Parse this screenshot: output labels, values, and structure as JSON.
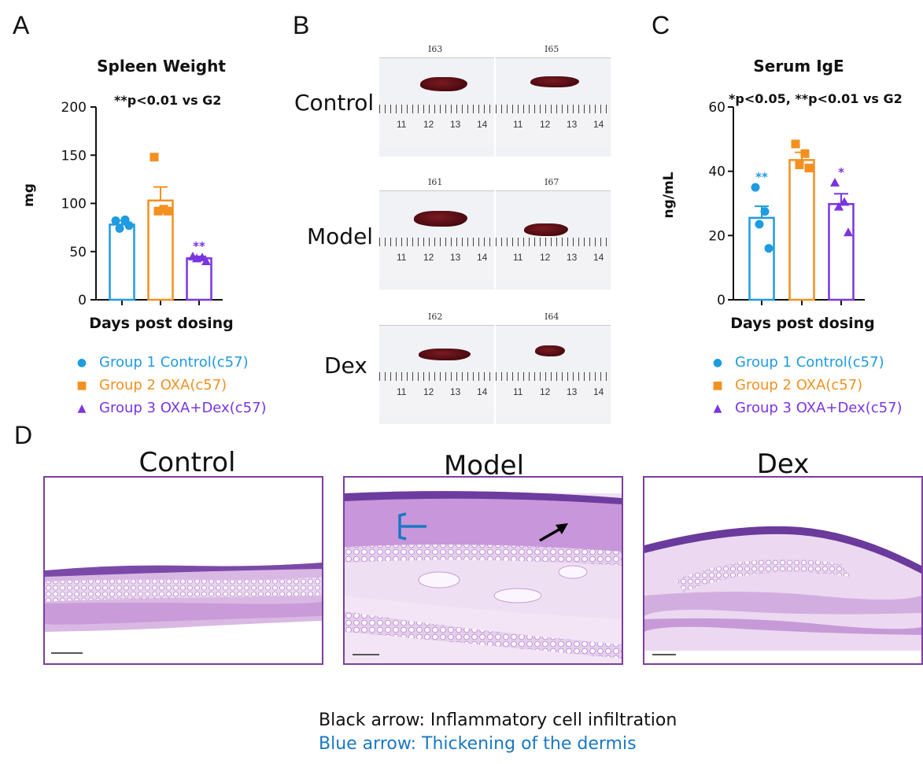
{
  "panels": {
    "a": "A",
    "b": "B",
    "c": "C",
    "d": "D"
  },
  "colors": {
    "group1": "#1f9be0",
    "group2": "#f39020",
    "group3": "#7b35e0",
    "blue_caption": "#1a78c2",
    "frame": "#7a3ea0"
  },
  "chart_data": [
    {
      "type": "bar",
      "title": "Spleen Weight",
      "annotation": "**p<0.01 vs G2",
      "xlabel": "Days post dosing",
      "ylabel": "mg",
      "ylim": [
        0,
        200
      ],
      "yticks": [
        "0",
        "50",
        "100",
        "150",
        "200"
      ],
      "categories": [
        "Group 1 Control(c57)",
        "Group 2 OXA(c57)",
        "Group 3 OXA+Dex(c57)"
      ],
      "values": [
        78,
        103,
        43
      ],
      "errors": [
        4,
        14,
        2
      ],
      "points": [
        [
          82,
          83,
          74,
          77
        ],
        [
          148,
          94,
          92,
          92
        ],
        [
          45,
          44,
          43,
          40
        ]
      ],
      "markers": [
        "circle",
        "square",
        "triangle"
      ],
      "sig": [
        "",
        "",
        "**"
      ]
    },
    {
      "type": "bar",
      "title": "Serum IgE",
      "annotation": "*p<0.05, **p<0.01 vs G2",
      "xlabel": "Days post dosing",
      "ylabel": "ng/mL",
      "ylim": [
        0,
        60
      ],
      "yticks": [
        "0",
        "20",
        "40",
        "60"
      ],
      "categories": [
        "Group 1 Control(c57)",
        "Group 2 OXA(c57)",
        "Group 3 OXA+Dex(c57)"
      ],
      "values": [
        25.5,
        43.5,
        29.8
      ],
      "errors": [
        3.6,
        2.4,
        3.2
      ],
      "points": [
        [
          35,
          27.5,
          23.5,
          16
        ],
        [
          48.5,
          45.5,
          42,
          41
        ],
        [
          36.5,
          30.5,
          29,
          21
        ]
      ],
      "markers": [
        "circle",
        "square",
        "triangle"
      ],
      "sig": [
        "**",
        "",
        "*"
      ]
    }
  ],
  "legend": [
    {
      "label": "Group 1 Control(c57)",
      "marker": "●"
    },
    {
      "label": "Group 2 OXA(c57)",
      "marker": "■"
    },
    {
      "label": "Group 3 OXA+Dex(c57)",
      "marker": "▲"
    }
  ],
  "photos": {
    "rows": [
      {
        "label": "Control",
        "tags": [
          "I63",
          "I65"
        ]
      },
      {
        "label": "Model",
        "tags": [
          "I61",
          "I67"
        ]
      },
      {
        "label": "Dex",
        "tags": [
          "I62",
          "I64"
        ]
      }
    ],
    "ruler_numbers": [
      "11",
      "12",
      "13",
      "14"
    ]
  },
  "histology": {
    "titles": [
      "Control",
      "Model",
      "Dex"
    ]
  },
  "caption": {
    "black": "Black arrow: Inflammatory cell infiltration",
    "blue": "Blue arrow: Thickening of the dermis"
  }
}
